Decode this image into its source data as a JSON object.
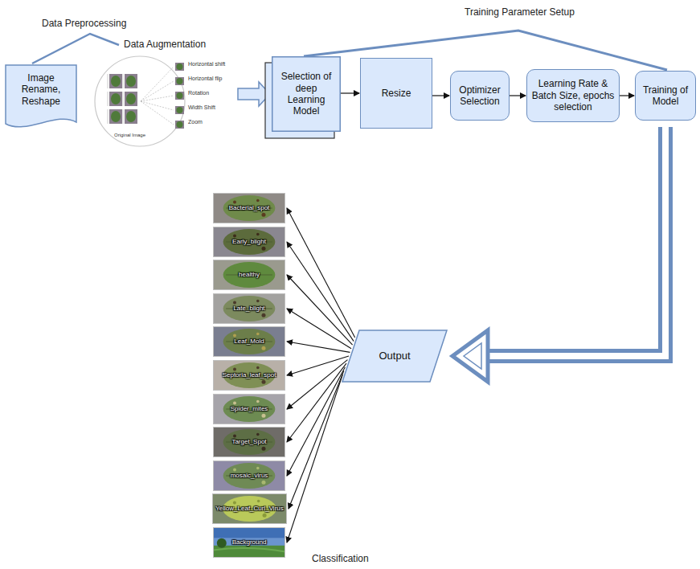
{
  "diagram": {
    "nodes": [
      {
        "text": [
          "Image Rename, Reshape"
        ]
      },
      {
        "text": [
          "Data Augmentation",
          "Horizontal shift",
          "Horizontal flip",
          "Rotation",
          "Width Shift",
          "Zoom",
          "Original Image"
        ]
      },
      {
        "text": [
          "Selection of deep Learning Model"
        ]
      },
      {
        "text": [
          "Resize"
        ]
      },
      {
        "text": [
          "Optimizer Selection"
        ]
      },
      {
        "text": [
          "Learning Rate & Batch Size, epochs selection"
        ]
      },
      {
        "text": [
          "Training of Model"
        ]
      },
      {
        "text": [
          "Output"
        ]
      },
      {
        "text": [
          "Bacterial_spot"
        ]
      },
      {
        "text": [
          "Early_blight"
        ]
      },
      {
        "text": [
          "healthy"
        ]
      },
      {
        "text": [
          "Late_blight"
        ]
      },
      {
        "text": [
          "Leaf_Mold"
        ]
      },
      {
        "text": [
          "Septoria_leaf_spot"
        ]
      },
      {
        "text": [
          "Spider_mites"
        ]
      },
      {
        "text": [
          "Target_Spot"
        ]
      },
      {
        "text": [
          "mosaic_virus"
        ]
      },
      {
        "text": [
          "Yellow_Leaf_Curl_Virus"
        ]
      },
      {
        "text": [
          "Background"
        ]
      }
    ],
    "edges": [
      {
        "from": 1,
        "to": 2,
        "arrow": "to"
      },
      {
        "from": 2,
        "to": 3,
        "arrow": "to"
      },
      {
        "from": 3,
        "to": 4,
        "arrow": "to"
      },
      {
        "from": 4,
        "to": 5,
        "arrow": "to"
      },
      {
        "from": 5,
        "to": 6,
        "arrow": "to"
      },
      {
        "from": 6,
        "to": 7,
        "arrow": "to"
      },
      {
        "from": 7,
        "to": 8,
        "arrow": "to"
      },
      {
        "from": 7,
        "to": 9,
        "arrow": "to"
      },
      {
        "from": 7,
        "to": 10,
        "arrow": "to"
      },
      {
        "from": 7,
        "to": 11,
        "arrow": "to"
      },
      {
        "from": 7,
        "to": 12,
        "arrow": "to"
      },
      {
        "from": 7,
        "to": 13,
        "arrow": "to"
      },
      {
        "from": 7,
        "to": 14,
        "arrow": "to"
      },
      {
        "from": 7,
        "to": 15,
        "arrow": "to"
      },
      {
        "from": 7,
        "to": 16,
        "arrow": "to"
      },
      {
        "from": 7,
        "to": 17,
        "arrow": "to"
      },
      {
        "from": 7,
        "to": 18,
        "arrow": "to"
      }
    ],
    "labels": [
      "Data Preprocessing",
      "Training Parameter Setup",
      "Classification"
    ]
  }
}
